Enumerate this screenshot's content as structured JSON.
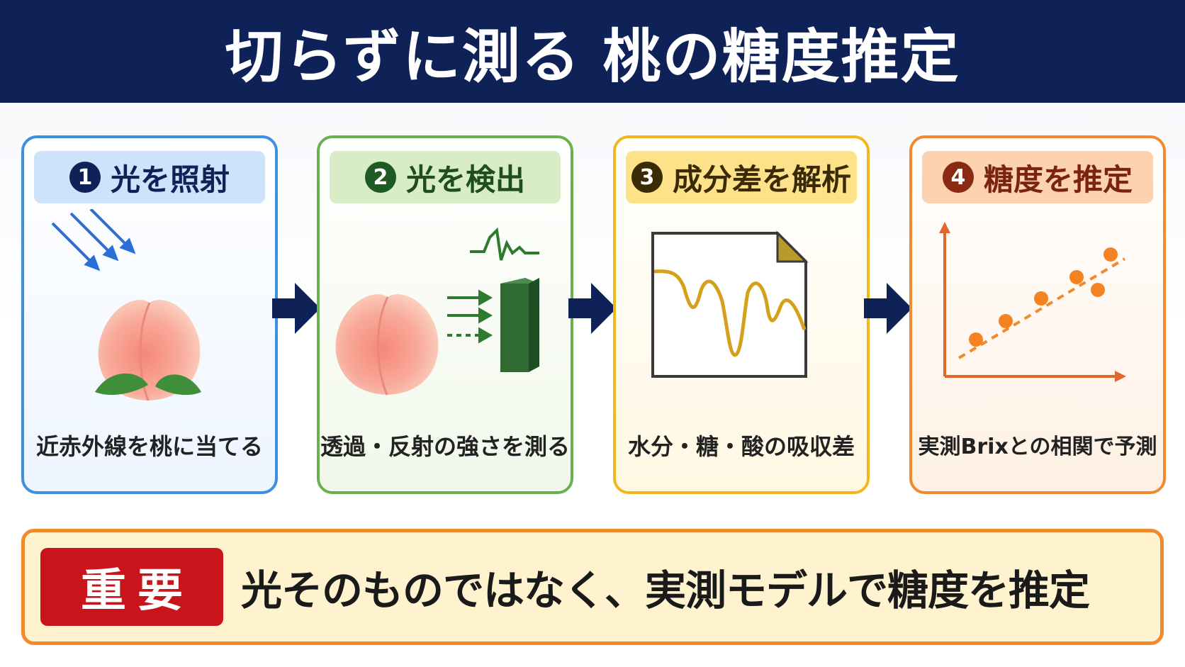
{
  "title": "切らずに測る 桃の糖度推定",
  "steps": [
    {
      "number": "1",
      "label": "光を照射",
      "caption": "近赤外線を桃に当てる"
    },
    {
      "number": "2",
      "label": "光を検出",
      "caption": "透過・反射の強さを測る"
    },
    {
      "number": "3",
      "label": "成分差を解析",
      "caption": "水分・糖・酸の吸収差"
    },
    {
      "number": "4",
      "label": "糖度を推定",
      "caption": "実測Brixとの相関で予測"
    }
  ],
  "summary": {
    "badge": "重要",
    "text": "光そのものではなく、実測モデルで糖度を推定"
  },
  "colors": {
    "header": "#0f2257",
    "step1": "#3d8fe0",
    "step2": "#6ab04c",
    "step3": "#f2b71c",
    "step4": "#f08a2c",
    "badge": "#c8141a"
  },
  "icons": {
    "step1": [
      "light-rays-icon",
      "peach-icon"
    ],
    "step2": [
      "peach-icon",
      "light-arrows-icon",
      "detector-icon",
      "signal-wave-icon"
    ],
    "step3": [
      "spectrum-document-icon"
    ],
    "step4": [
      "correlation-plot-icon"
    ]
  }
}
